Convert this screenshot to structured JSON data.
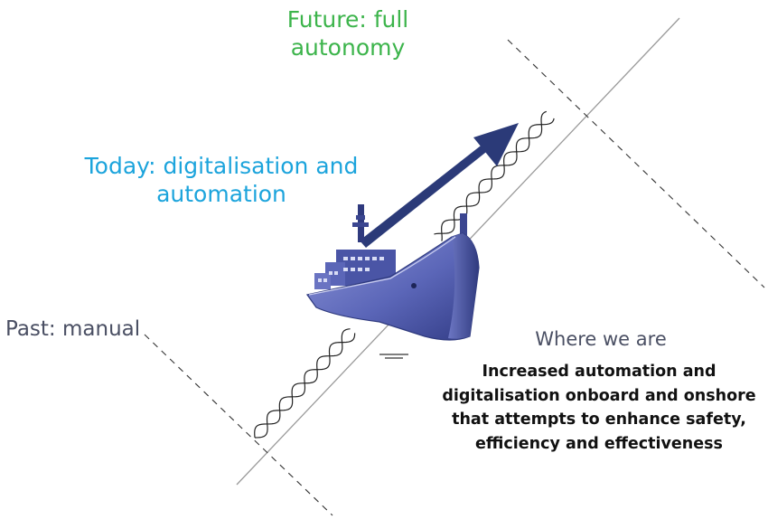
{
  "stages": {
    "future": {
      "line1": "Future: full",
      "line2": "autonomy",
      "color": "#3cb44b"
    },
    "today": {
      "line1": "Today: digitalisation and",
      "line2": "automation",
      "color": "#1ca4dc"
    },
    "past": {
      "label": "Past: manual",
      "color": "#4a4f63"
    }
  },
  "where_we_are": {
    "title": "Where we are",
    "title_color": "#4a4f63",
    "description": "Increased automation and digitalisation onboard and onshore that attempts to enhance safety, efficiency and effectiveness"
  },
  "colors": {
    "ship_hull": "#5b66b8",
    "ship_dark": "#2f3a7e",
    "arrow": "#2b3a78",
    "line": "#9a9a9a",
    "dashed": "#333333",
    "wave": "#222222"
  }
}
